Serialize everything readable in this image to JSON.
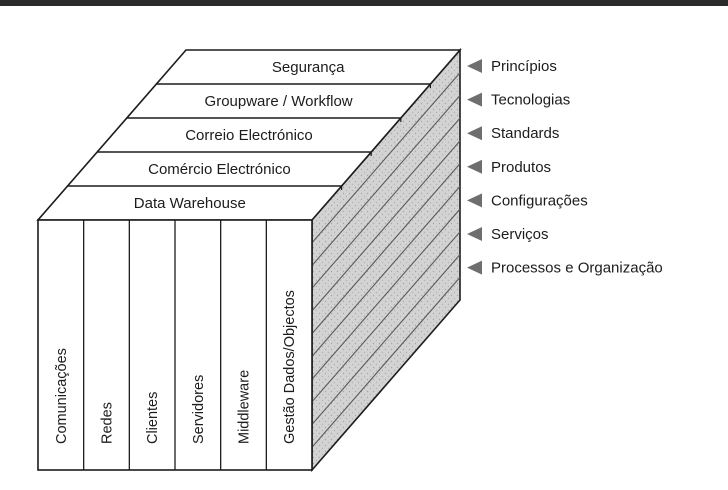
{
  "cube": {
    "top_layers": [
      "Segurança",
      "Groupware / Workflow",
      "Correio Electrónico",
      "Comércio Electrónico",
      "Data Warehouse"
    ],
    "front_columns": [
      "Comunicações",
      "Redes",
      "Clientes",
      "Servidores",
      "Middleware",
      "Gestão Dados/Objectos"
    ]
  },
  "side_legend": [
    "Princípios",
    "Tecnologias",
    "Standards",
    "Produtos",
    "Configurações",
    "Serviços",
    "Processos e Organização"
  ],
  "colors": {
    "line": "#1c1c1c",
    "side_face": "#cfcfcf",
    "arrow": "#6e6e6e"
  }
}
